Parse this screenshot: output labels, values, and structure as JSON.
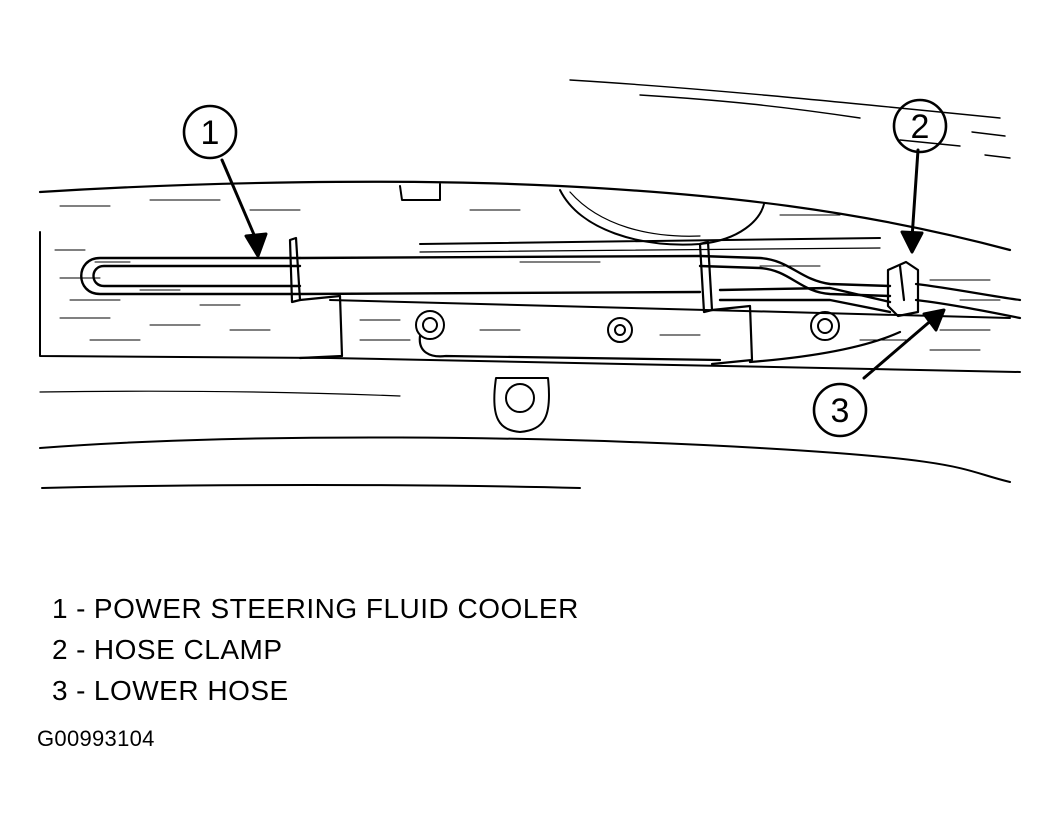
{
  "callouts": [
    {
      "number": "1"
    },
    {
      "number": "2"
    },
    {
      "number": "3"
    }
  ],
  "legend": [
    {
      "number": "1",
      "separator": "-",
      "label": "POWER STEERING FLUID COOLER"
    },
    {
      "number": "2",
      "separator": "-",
      "label": "HOSE CLAMP"
    },
    {
      "number": "3",
      "separator": "-",
      "label": "LOWER HOSE"
    }
  ],
  "figure_id": "G00993104",
  "colors": {
    "ink": "#000000",
    "paper": "#ffffff"
  }
}
